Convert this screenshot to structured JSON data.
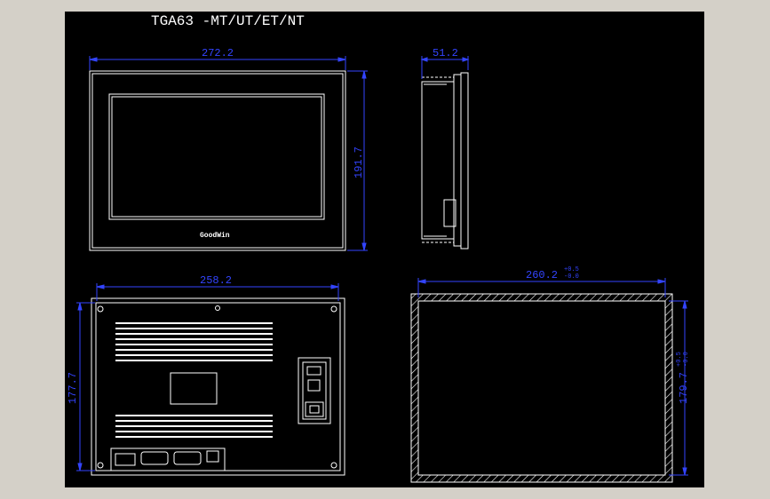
{
  "drawing": {
    "title": "TGA63 -MT/UT/ET/NT",
    "brand_logo": "GoodWin",
    "front_view": {
      "width_dim": "272.2",
      "height_dim": "191.7"
    },
    "side_view": {
      "depth_dim": "51.2"
    },
    "rear_view": {
      "width_dim": "258.2",
      "height_dim": "177.7"
    },
    "cutout_view": {
      "width_dim": "260.2",
      "width_tol_upper": "+0.5",
      "width_tol_lower": "-0.0",
      "height_dim": "179.7",
      "height_tol_upper": "+0.5",
      "height_tol_lower": "-0.0"
    },
    "colors": {
      "background": "#d4d0c8",
      "sheet": "#000000",
      "outline": "#ffffff",
      "dimension": "#3344ff"
    }
  }
}
